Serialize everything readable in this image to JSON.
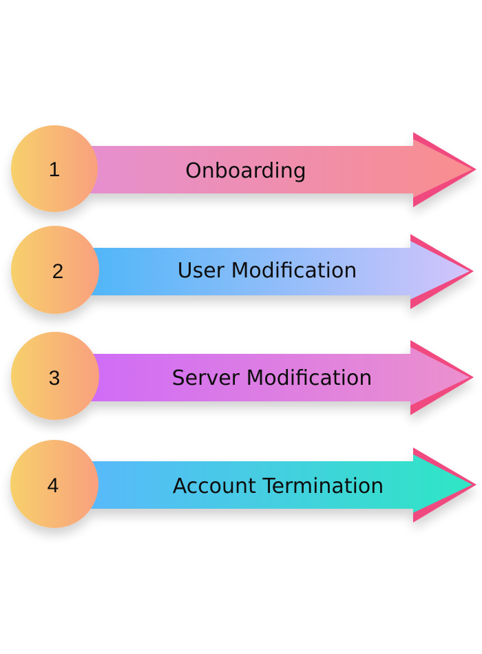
{
  "steps": [
    {
      "number": "1",
      "label": "Onboarding",
      "colors": {
        "bar_start": "#E58FCF",
        "bar_end": "#F98E8E",
        "arrow_edge": "#F04A7F"
      }
    },
    {
      "number": "2",
      "label": "User Modification",
      "colors": {
        "bar_start": "#4FB6F8",
        "bar_end": "#D3C4FB",
        "arrow_edge": "#F04A7F"
      }
    },
    {
      "number": "3",
      "label": "Server Modification",
      "colors": {
        "bar_start": "#CF6CF7",
        "bar_end": "#EC90CD",
        "arrow_edge": "#F04A7F"
      }
    },
    {
      "number": "4",
      "label": "Account Termination",
      "colors": {
        "bar_start": "#59B9FB",
        "bar_end": "#2EE6C4",
        "arrow_edge": "#F04A7F"
      }
    }
  ],
  "circle_colors": {
    "start": "#F7D06B",
    "end": "#F9A07E"
  }
}
